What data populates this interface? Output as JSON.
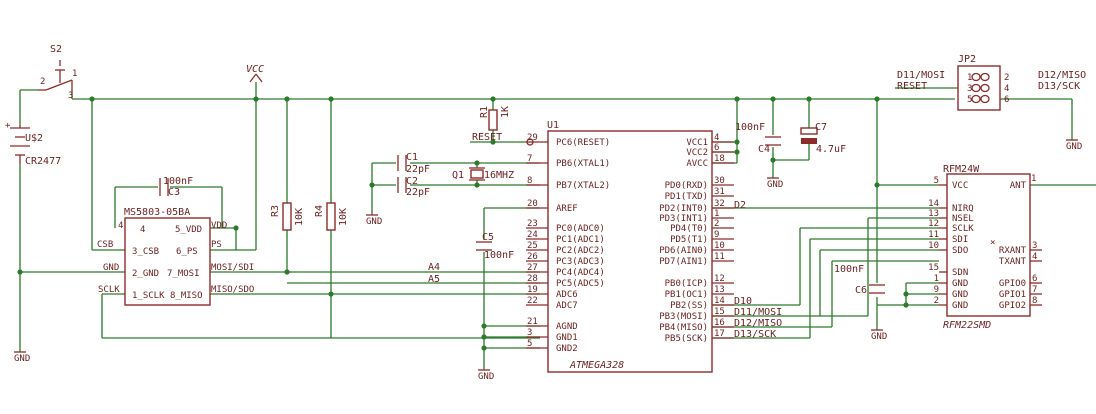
{
  "battery": {
    "name": "U$2",
    "value": "CR2477"
  },
  "switch": {
    "name": "S2"
  },
  "labels": {
    "vcc": "VCC",
    "gnd": "GND"
  },
  "c3": {
    "name": "C3",
    "value": "100nF"
  },
  "sensor": {
    "name": "MS5803-05BA",
    "pins": [
      {
        "num": "4",
        "label": "4"
      },
      {
        "label": "5_VDD"
      },
      {
        "label": "3_CSB"
      },
      {
        "label": "6_PS"
      },
      {
        "label": "2_GND"
      },
      {
        "label": "7_MOSI"
      },
      {
        "label": "1_SCLK"
      },
      {
        "label": "8_MISO"
      }
    ],
    "nets": {
      "vdd": "VDD",
      "csb": "CSB",
      "ps": "PS",
      "gnd": "GND",
      "mosi": "MOSI/SDI",
      "sclk": "SCLK",
      "miso": "MISO/SDO"
    }
  },
  "r3": {
    "name": "R3",
    "value": "10K"
  },
  "r4": {
    "name": "R4",
    "value": "10K"
  },
  "r1": {
    "name": "R1",
    "value": "1K"
  },
  "c1": {
    "name": "C1",
    "value": "22pF"
  },
  "c2": {
    "name": "C2",
    "value": "22pF"
  },
  "crystal": {
    "name": "Q1",
    "value": "16MHZ"
  },
  "c5": {
    "name": "C5",
    "value": "100nF"
  },
  "c4": {
    "name": "C4",
    "value": "100nF"
  },
  "c7": {
    "name": "C7",
    "value": "4.7uF"
  },
  "c6": {
    "name": "C6",
    "value": "100nF"
  },
  "nets": {
    "a4": "A4",
    "a5": "A5",
    "reset_left": "RESET",
    "d2": "D2",
    "d10": "D10",
    "d11": "D11/MOSI",
    "d12": "D12/MISO",
    "d13": "D13/SCK"
  },
  "mcu": {
    "name": "U1",
    "part": "ATMEGA328",
    "left_pins": [
      {
        "num": "29",
        "label": "PC6(RESET)"
      },
      {
        "num": "7",
        "label": "PB6(XTAL1)"
      },
      {
        "num": "8",
        "label": "PB7(XTAL2)"
      },
      {
        "num": "20",
        "label": "AREF"
      },
      {
        "num": "23",
        "label": "PC0(ADC0)"
      },
      {
        "num": "24",
        "label": "PC1(ADC1)"
      },
      {
        "num": "25",
        "label": "PC2(ADC2)"
      },
      {
        "num": "26",
        "label": "PC3(ADC3)"
      },
      {
        "num": "27",
        "label": "PC4(ADC4)"
      },
      {
        "num": "28",
        "label": "PC5(ADC5)"
      },
      {
        "num": "19",
        "label": "ADC6"
      },
      {
        "num": "22",
        "label": "ADC7"
      },
      {
        "num": "21",
        "label": "AGND"
      },
      {
        "num": "3",
        "label": "GND1"
      },
      {
        "num": "5",
        "label": "GND2"
      }
    ],
    "right_pins": [
      {
        "num": "4",
        "label": "VCC1"
      },
      {
        "num": "6",
        "label": "VCC2"
      },
      {
        "num": "18",
        "label": "AVCC"
      },
      {
        "num": "30",
        "label": "PD0(RXD)"
      },
      {
        "num": "31",
        "label": "PD1(TXD)"
      },
      {
        "num": "32",
        "label": "PD2(INT0)"
      },
      {
        "num": "1",
        "label": "PD3(INT1)"
      },
      {
        "num": "2",
        "label": "PD4(T0)"
      },
      {
        "num": "9",
        "label": "PD5(T1)"
      },
      {
        "num": "10",
        "label": "PD6(AIN0)"
      },
      {
        "num": "11",
        "label": "PD7(AIN1)"
      },
      {
        "num": "12",
        "label": "PB0(ICP)"
      },
      {
        "num": "13",
        "label": "PB1(OC1)"
      },
      {
        "num": "14",
        "label": "PB2(SS)"
      },
      {
        "num": "15",
        "label": "PB3(MOSI)"
      },
      {
        "num": "16",
        "label": "PB4(MISO)"
      },
      {
        "num": "17",
        "label": "PB5(SCK)"
      }
    ]
  },
  "radio": {
    "name": "RFM24W",
    "part": "RFM22SMD",
    "left_pins": [
      {
        "num": "5",
        "label": "VCC"
      },
      {
        "num": "14",
        "label": "NIRQ"
      },
      {
        "num": "13",
        "label": "NSEL"
      },
      {
        "num": "12",
        "label": "SCLK"
      },
      {
        "num": "11",
        "label": "SDI"
      },
      {
        "num": "10",
        "label": "SDO"
      },
      {
        "num": "15",
        "label": "SDN"
      },
      {
        "num": "1",
        "label": "GND"
      },
      {
        "num": "9",
        "label": "GND"
      },
      {
        "num": "2",
        "label": "GND"
      }
    ],
    "right_pins": [
      {
        "num": "",
        "label": "ANT"
      },
      {
        "num": "3",
        "label": "RXANT"
      },
      {
        "num": "4",
        "label": "TXANT"
      },
      {
        "num": "6",
        "label": "GPIO0"
      },
      {
        "num": "7",
        "label": "GPIO1"
      },
      {
        "num": "8",
        "label": "GPIO2"
      }
    ]
  },
  "jp2": {
    "name": "JP2",
    "left": [
      "D11/MOSI",
      "RESET"
    ],
    "right": [
      "D12/MISO",
      "D13/SCK"
    ]
  }
}
